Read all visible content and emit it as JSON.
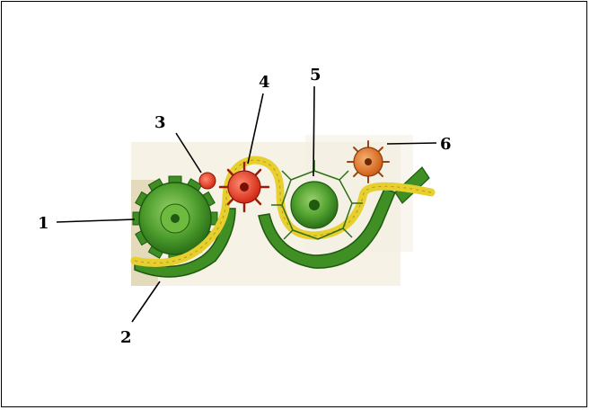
{
  "labels": {
    "l1": "1",
    "l2": "2",
    "l3": "3",
    "l4": "4",
    "l5": "5",
    "l6": "6"
  },
  "colors": {
    "green_dark": "#2f7d1e",
    "green_light": "#69b33c",
    "red": "#e23a22",
    "orange": "#e0762a",
    "yellow": "#e8d43a",
    "background_tan": "#e9e2c8"
  }
}
